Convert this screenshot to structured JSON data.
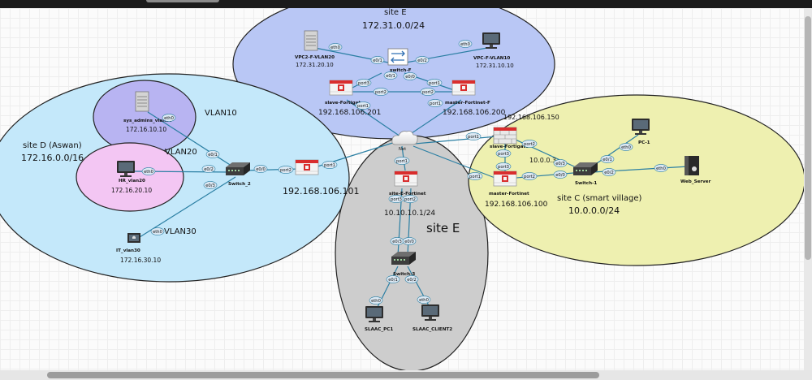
{
  "sites": {
    "site_e_top": {
      "name": "site E",
      "subnet": "172.31.0.0/24"
    },
    "site_d": {
      "name": "site D (Aswan)",
      "subnet": "172.16.0.0/16"
    },
    "site_c": {
      "name": "site C (smart village)",
      "subnet": "10.0.0.0/24"
    },
    "site_e_center": {
      "name": "site E"
    }
  },
  "vlans": {
    "vlan10": "VLAN10",
    "vlan20": "VLAN20",
    "vlan30": "VLAN30"
  },
  "cloud": {
    "label": "Net"
  },
  "devices": {
    "vpc2_f_vlan20": {
      "name": "VPC2-F-VLAN20",
      "ip": "172.31.20.10"
    },
    "vpc_f_vlan10": {
      "name": "VPC-F-VLAN10",
      "ip": "172.31.10.10"
    },
    "switch_f": {
      "name": "switch-F"
    },
    "slave_fortigate_f": {
      "name": "slave-Fortigat",
      "ip": "192.168.106.201"
    },
    "master_fortinet_f": {
      "name": "master-Fortinet-F",
      "ip": "192.168.106.200"
    },
    "sys_admins": {
      "name": "sys_admins_vlan10",
      "ip": "172.16.10.10"
    },
    "hr_vlan20": {
      "name": "HR_vlan20",
      "ip": "172.16.20.10"
    },
    "it_vlan30": {
      "name": "IT_vlan30",
      "ip": "172.16.30.10"
    },
    "switch_2": {
      "name": "Switch_2"
    },
    "fortigate_d": {
      "ip": "192.168.106.101"
    },
    "site_e_fortinet": {
      "name": "site-E-Fortinet",
      "ip": "10.10.10.1/24"
    },
    "switch_3": {
      "name": "Switch-3"
    },
    "slaac_pc1": {
      "name": "SLAAC_PC1"
    },
    "slaac_client2": {
      "name": "SLAAC_CLIENT2"
    },
    "slave_fortigate_c": {
      "name": "slave-Fortigate",
      "ip": "192.168.106.150"
    },
    "master_fortinet_c": {
      "name": "master-Fortinet",
      "ip": "192.168.106.100"
    },
    "switch_1": {
      "name": "Switch-1"
    },
    "pc_1": {
      "name": "PC-1"
    },
    "web_server": {
      "name": "Web_Server"
    }
  },
  "labels": {
    "c_link_ip": "10.0.0.3"
  },
  "ports": {
    "eth0": "eth0",
    "e0_0": "e0/0",
    "e0_1": "e0/1",
    "e0_2": "e0/2",
    "e0_3": "e0/3",
    "port1": "port1",
    "port2": "port2",
    "port3": "port3"
  },
  "colors": {
    "site_e_top": "#b9c7f5",
    "site_d": "#c4e8fa",
    "vlan10": "#b8b4f2",
    "vlan20": "#f3c6f3",
    "site_e_center": "#cdcdcd",
    "site_c": "#eef0b0",
    "link": "#2b7fa3"
  }
}
